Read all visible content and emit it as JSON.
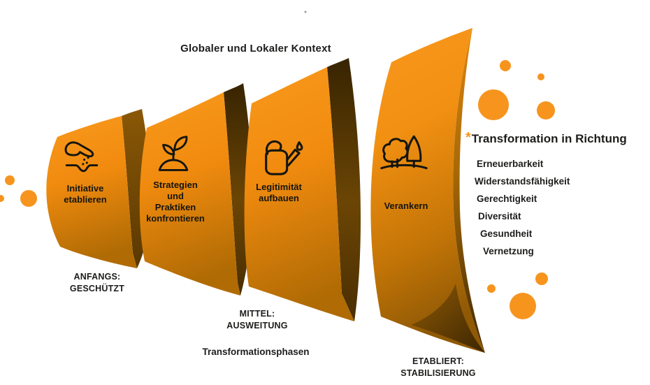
{
  "title": "Globaler und Lokaler Kontext",
  "phases": [
    {
      "icon": "hand-sowing-seeds",
      "label": "Initiative\netablieren"
    },
    {
      "icon": "seedling",
      "label": "Strategien\nund\nPraktiken\nkonfrontieren"
    },
    {
      "icon": "watering-can",
      "label": "Legitimität\naufbauen"
    },
    {
      "icon": "trees",
      "label": "Verankern"
    }
  ],
  "stages": [
    {
      "label": "ANFANGS:\nGESCHÜTZT"
    },
    {
      "label": "MITTEL:\nAUSWEITUNG"
    },
    {
      "label": "ETABLIERT:\nSTABILISIERUNG"
    }
  ],
  "axis_label": "Transformationsphasen",
  "goals": {
    "marker": "*",
    "heading": "Transformation in Richtung",
    "items": [
      "Erneuerbarkeit",
      "Widerstandsfähigkeit",
      "Gerechtigkeit",
      "Diversität",
      "Gesundheit",
      "Vernetzung"
    ]
  },
  "colors": {
    "accent_orange": "#F7941E",
    "ribbon_bottom_brown": "#8F5905",
    "fold_dark_brown": "#382402",
    "text": "#1D1D1B"
  }
}
